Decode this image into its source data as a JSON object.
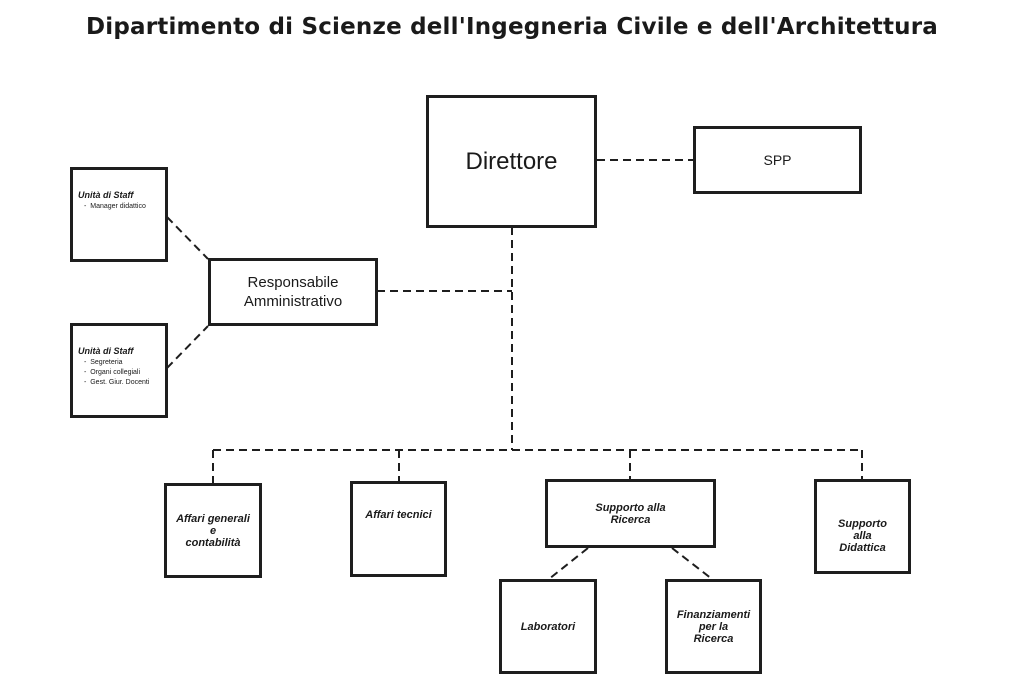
{
  "title": "Dipartimento di Scienze dell'Ingegneria Civile e dell'Architettura",
  "nodes": {
    "direttore": "Direttore",
    "spp": "SPP",
    "responsabile": "Responsabile\nAmministrativo",
    "staff_top": {
      "title": "Unità di Staff",
      "items": [
        "Manager didattico"
      ]
    },
    "staff_bottom": {
      "title": "Unità di Staff",
      "items": [
        "Segreteria",
        "Organi collegiali",
        "Gest. Giur. Docenti"
      ]
    },
    "affari_generali": "Affari generali\ne\ncontabilità",
    "affari_tecnici": "Affari tecnici",
    "supporto_ricerca": "Supporto alla\nRicerca",
    "supporto_didattica": "Supporto\nalla\nDidattica",
    "laboratori": "Laboratori",
    "finanziamenti": "Finanziamenti\nper la\nRicerca"
  }
}
